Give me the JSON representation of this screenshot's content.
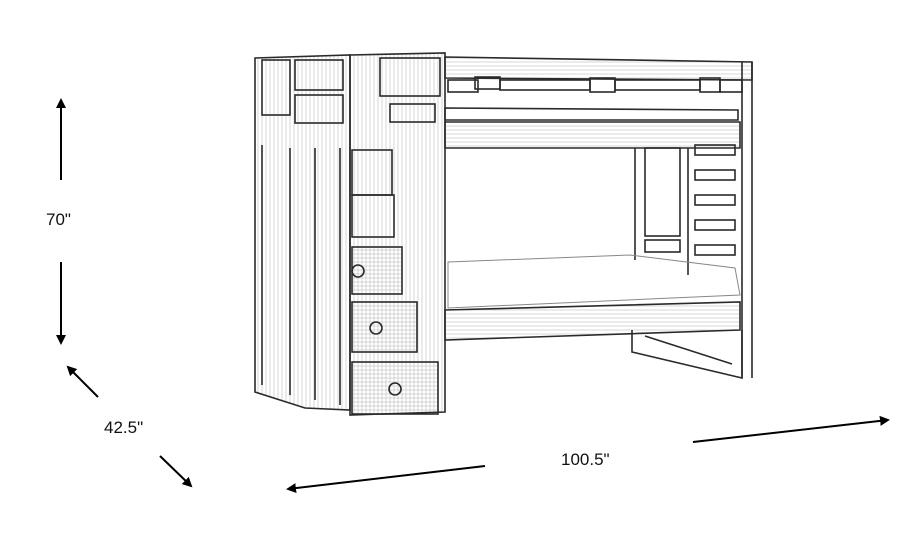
{
  "diagram": {
    "subject": "Bunk bed with staircase storage — line drawing",
    "colors": {
      "line": "#2a2a2a",
      "background": "#ffffff",
      "text": "#111111"
    }
  },
  "dimensions": {
    "height": {
      "label": "70\""
    },
    "depth": {
      "label": "42.5\""
    },
    "width": {
      "label": "100.5\""
    }
  }
}
